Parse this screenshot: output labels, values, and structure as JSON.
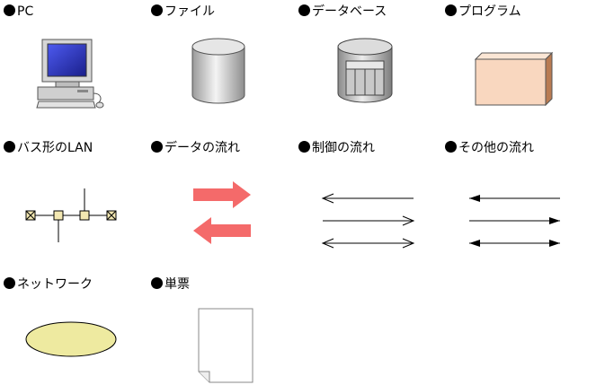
{
  "legend": {
    "items": [
      {
        "id": "pc",
        "label": "PC"
      },
      {
        "id": "file",
        "label": "ファイル"
      },
      {
        "id": "database",
        "label": "データベース"
      },
      {
        "id": "program",
        "label": "プログラム"
      },
      {
        "id": "bus-lan",
        "label": "バス形のLAN"
      },
      {
        "id": "data-flow",
        "label": "データの流れ"
      },
      {
        "id": "control-flow",
        "label": "制御の流れ"
      },
      {
        "id": "other-flow",
        "label": "その他の流れ"
      },
      {
        "id": "network",
        "label": "ネットワーク"
      },
      {
        "id": "form",
        "label": "単票"
      }
    ]
  },
  "colors": {
    "data_flow_arrow": "#f46a6a",
    "program_box": "#f9d7bf",
    "program_box_side": "#b97b52",
    "network_fill": "#eeeaa0",
    "lan_node": "#f3e8b2",
    "monitor_screen": "#2a34c8"
  }
}
